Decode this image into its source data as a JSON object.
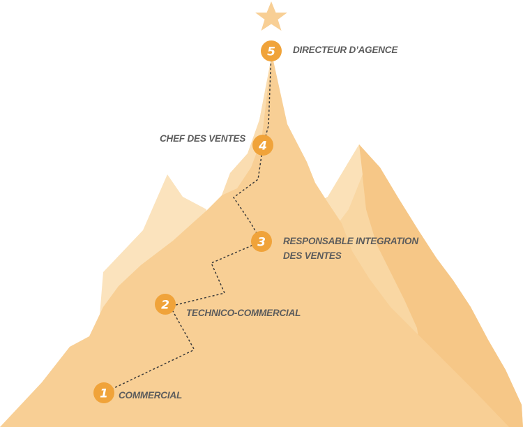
{
  "colors": {
    "peak_light": "#fbe3bd",
    "peak_mid": "#f9d7a3",
    "peak_main": "#f8cf95",
    "shadow": "#f4c17d",
    "badge": "#f0a33a",
    "star": "#f8cf95",
    "label": "#5c5c5c",
    "path": "#3a3a3a"
  },
  "top_icon": "star-icon",
  "steps": [
    {
      "number": "1",
      "label": "COMMERCIAL"
    },
    {
      "number": "2",
      "label": "TECHNICO-COMMERCIAL"
    },
    {
      "number": "3",
      "label_line1": "RESPONSABLE INTEGRATION",
      "label_line2": "DES VENTES"
    },
    {
      "number": "4",
      "label": "CHEF DES VENTES"
    },
    {
      "number": "5",
      "label": "DIRECTEUR D’AGENCE"
    }
  ]
}
